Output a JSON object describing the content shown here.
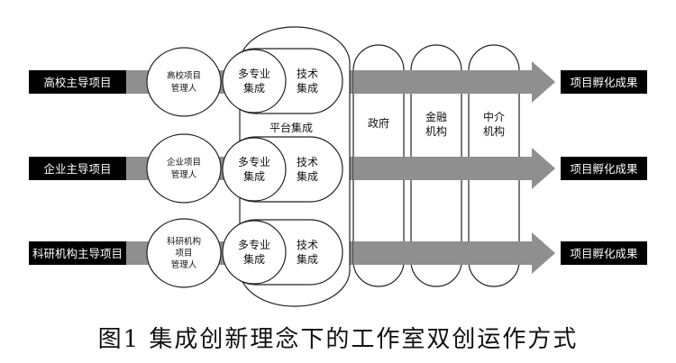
{
  "rows": [
    {
      "source": "高校主导项目",
      "manager": [
        "高校项目",
        "管理人"
      ],
      "multi": [
        "多专业",
        "集成"
      ],
      "tech": [
        "技术",
        "集成"
      ],
      "result": "项目孵化成果"
    },
    {
      "source": "企业主导项目",
      "manager": [
        "企业项目",
        "管理人"
      ],
      "multi": [
        "多专业",
        "集成"
      ],
      "tech": [
        "技术",
        "集成"
      ],
      "result": "项目孵化成果"
    },
    {
      "source": "科研机构主导项目",
      "manager": [
        "科研机构",
        "项目",
        "管理人"
      ],
      "multi": [
        "多专业",
        "集成"
      ],
      "tech": [
        "技术",
        "集成"
      ],
      "result": "项目孵化成果"
    }
  ],
  "platform": "平台集成",
  "pillars": [
    {
      "lines": [
        "政府"
      ]
    },
    {
      "lines": [
        "金融",
        "机构"
      ]
    },
    {
      "lines": [
        "中介",
        "机构"
      ]
    }
  ],
  "caption": "图1  集成创新理念下的工作室双创运作方式",
  "colors": {
    "arrow": "#8f8f8f",
    "box": "#000000",
    "line": "#222222"
  }
}
